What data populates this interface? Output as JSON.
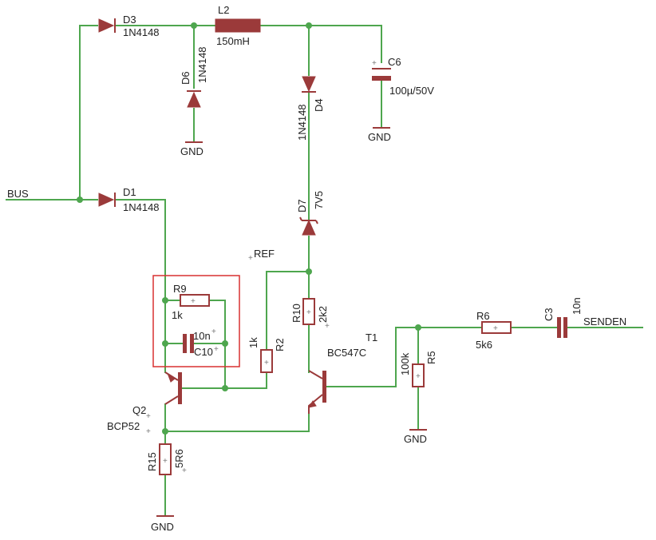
{
  "net_labels": {
    "bus": "BUS",
    "ref": "REF",
    "senden": "SENDEN",
    "gnd": "GND"
  },
  "components": {
    "d3": {
      "name": "D3",
      "value": "1N4148"
    },
    "l2": {
      "name": "L2",
      "value": "150mH"
    },
    "d6": {
      "name": "D6",
      "value": "1N4148"
    },
    "c6": {
      "name": "C6",
      "value": "100µ/50V"
    },
    "d4": {
      "name": "D4",
      "value": "1N4148"
    },
    "d1": {
      "name": "D1",
      "value": "1N4148"
    },
    "d7": {
      "name": "D7",
      "value": "7V5"
    },
    "r9": {
      "name": "R9",
      "value": "1k"
    },
    "c10": {
      "name": "C10",
      "value": "10n"
    },
    "r2": {
      "name": "R2",
      "value": "1k"
    },
    "r10": {
      "name": "R10",
      "value": "2k2"
    },
    "t1": {
      "name": "T1",
      "value": "BC547C"
    },
    "r5": {
      "name": "R5",
      "value": "100k"
    },
    "r6": {
      "name": "R6",
      "value": "5k6"
    },
    "c3": {
      "name": "C3",
      "value": "10n"
    },
    "q2": {
      "name": "Q2",
      "value": "BCP52"
    },
    "r15": {
      "name": "R15",
      "value": "5R6"
    }
  },
  "colors": {
    "wire": "#4ea64e",
    "component": "#9b3a3a",
    "highlight": "#d93030"
  }
}
